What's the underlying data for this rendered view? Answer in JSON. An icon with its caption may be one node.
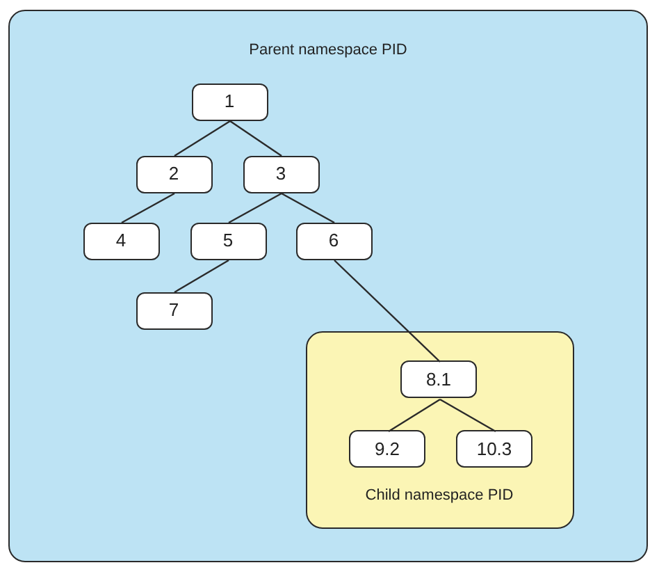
{
  "diagram": {
    "nodes": [
      {
        "text": [
          "Parent namespace PID"
        ]
      },
      {
        "text": [
          "1"
        ],
        "in": 0
      },
      {
        "text": [
          "2"
        ],
        "in": 0
      },
      {
        "text": [
          "3"
        ],
        "in": 0
      },
      {
        "text": [
          "4"
        ],
        "in": 0
      },
      {
        "text": [
          "5"
        ],
        "in": 0
      },
      {
        "text": [
          "6"
        ],
        "in": 0
      },
      {
        "text": [
          "7"
        ],
        "in": 0
      },
      {
        "text": [
          "Child namespace PID"
        ],
        "in": 0
      },
      {
        "text": [
          "8.1"
        ],
        "in": 8
      },
      {
        "text": [
          "9.2"
        ],
        "in": 8
      },
      {
        "text": [
          "10.3"
        ],
        "in": 8
      }
    ],
    "edges": [
      {
        "from": 1,
        "to": 2,
        "arrow": "none"
      },
      {
        "from": 1,
        "to": 3,
        "arrow": "none"
      },
      {
        "from": 2,
        "to": 4,
        "arrow": "none"
      },
      {
        "from": 3,
        "to": 5,
        "arrow": "none"
      },
      {
        "from": 3,
        "to": 6,
        "arrow": "none"
      },
      {
        "from": 5,
        "to": 7,
        "arrow": "none"
      },
      {
        "from": 6,
        "to": 9,
        "arrow": "none"
      },
      {
        "from": 9,
        "to": 10,
        "arrow": "none"
      },
      {
        "from": 9,
        "to": 11,
        "arrow": "none"
      }
    ]
  }
}
